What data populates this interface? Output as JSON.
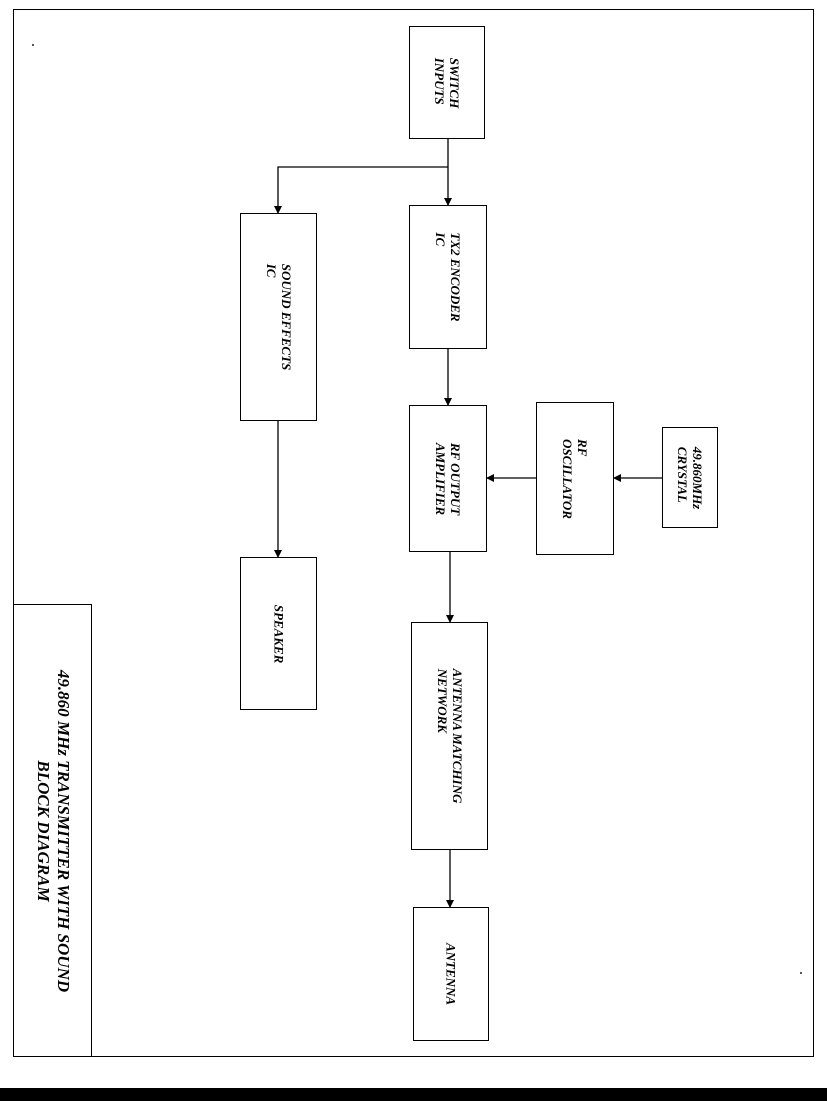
{
  "title": {
    "line1": "49.860 MHz TRANSMITTER WITH SOUND",
    "line2": "BLOCK DIAGRAM"
  },
  "blocks": {
    "switch_inputs": {
      "line1": "SWITCH",
      "line2": "INPUTS"
    },
    "tx2_encoder": {
      "line1": "TX2 ENCODER",
      "line2": "IC"
    },
    "sound_effects": {
      "line1": "SOUND EFFECTS",
      "line2": "IC"
    },
    "rf_output": {
      "line1": "RF OUTPUT",
      "line2": "AMPLIFIER"
    },
    "rf_oscillator": {
      "line1": "RF",
      "line2": "OSCILLATOR"
    },
    "crystal": {
      "line1": "49.860MHz",
      "line2": "CRYSTAL"
    },
    "speaker": {
      "line1": "SPEAKER"
    },
    "antenna_matching": {
      "line1": "ANTENNA MATCHING",
      "line2": "NETWORK"
    },
    "antenna": {
      "line1": "ANTENNA"
    }
  }
}
